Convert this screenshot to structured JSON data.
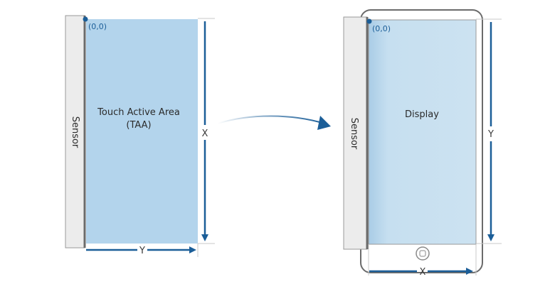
{
  "left_panel": {
    "sensor_label": "Sensor",
    "origin_label": "(0,0)",
    "area_label_line1": "Touch Active Area",
    "area_label_line2": "(TAA)",
    "vertical_axis_label": "X",
    "horizontal_axis_label": "Y"
  },
  "right_panel": {
    "sensor_label": "Sensor",
    "origin_label": "(0,0)",
    "display_label": "Display",
    "vertical_axis_label": "Y",
    "horizontal_axis_label": "X"
  },
  "colors": {
    "touch_area": "#b3d4ec",
    "display_fill": "#c8e0f0",
    "axis_blue": "#1b5e98",
    "sensor_fill": "#ececec",
    "device_outline": "#6b6b6b"
  }
}
